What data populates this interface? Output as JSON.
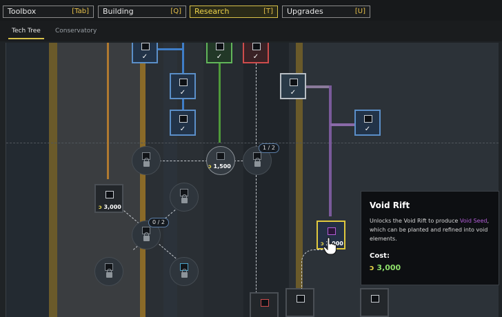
{
  "top_tabs": [
    {
      "label": "Toolbox",
      "key": "[Tab]"
    },
    {
      "label": "Building",
      "key": "[Q]"
    },
    {
      "label": "Research",
      "key": "[T]"
    },
    {
      "label": "Upgrades",
      "key": "[U]"
    }
  ],
  "active_tab": "Research",
  "sub_tabs": [
    {
      "label": "Tech Tree"
    },
    {
      "label": "Conservatory"
    }
  ],
  "active_sub_tab": "Tech Tree",
  "tree": {
    "completed_mark": "✓",
    "badges": {
      "center_right": "1 / 2",
      "left_cluster": "0 / 2"
    },
    "costs": {
      "center": "1,500",
      "left": "3,000",
      "selected": "3,000"
    }
  },
  "tooltip": {
    "title": "Void Rift",
    "desc_before": "Unlocks the Void Rift to produce ",
    "desc_highlight": "Void Seed",
    "desc_after": ", which can be planted and refined into void elements.",
    "cost_label": "Cost:",
    "cost_value": "3,000"
  },
  "currency_icon": "ↄ",
  "colors": {
    "accent": "#e1c93e",
    "completed_blue": "#5b8fc9",
    "void_purple": "#b45ed9",
    "cost_green": "#8ee06a"
  },
  "icons": [
    "check-icon",
    "lock-icon",
    "currency-icon",
    "hand-cursor-icon"
  ]
}
